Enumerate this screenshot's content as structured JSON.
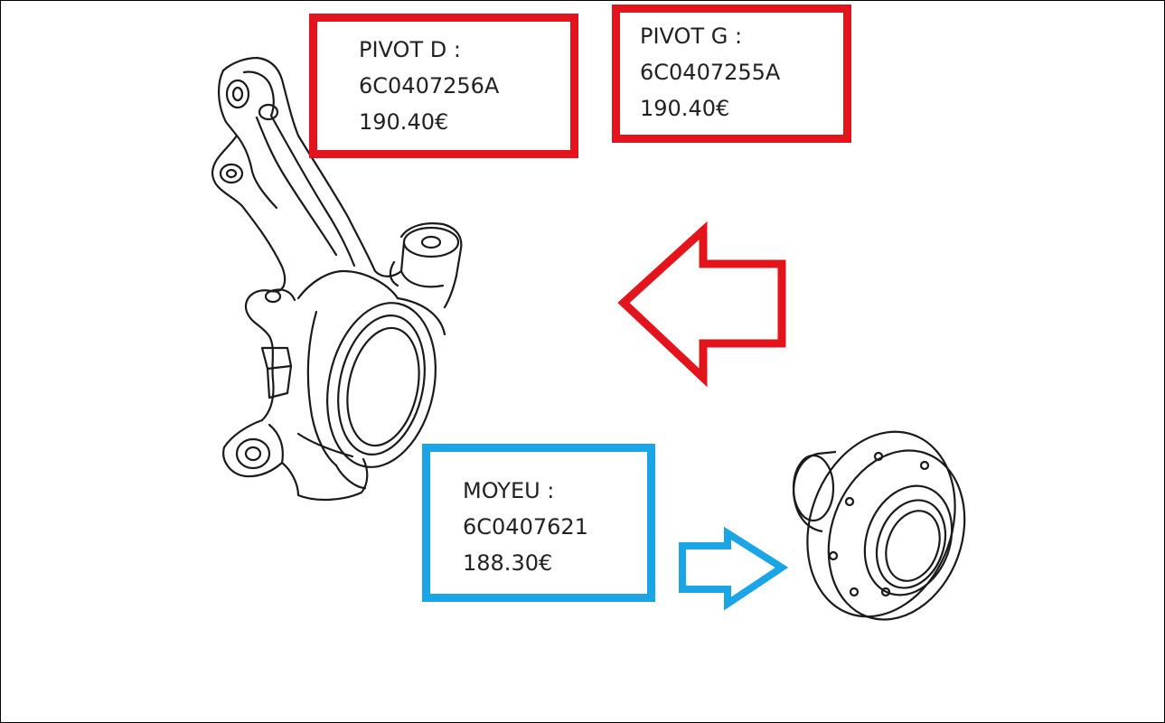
{
  "labels": {
    "pivot_d": {
      "title": "PIVOT D :",
      "ref": "6C0407256A",
      "price": "190.40€"
    },
    "pivot_g": {
      "title": "PIVOT G :",
      "ref": "6C0407255A",
      "price": "190.40€"
    },
    "moyeu": {
      "title": "MOYEU :",
      "ref": "6C0407621",
      "price": "188.30€"
    }
  },
  "colors": {
    "pivot_border": "#e3141b",
    "moyeu_border": "#1aa6e6",
    "line_art": "#1a1a1a"
  },
  "icons": {
    "left_arrow": "arrow-left-outline-red",
    "right_arrow": "arrow-right-outline-blue"
  }
}
